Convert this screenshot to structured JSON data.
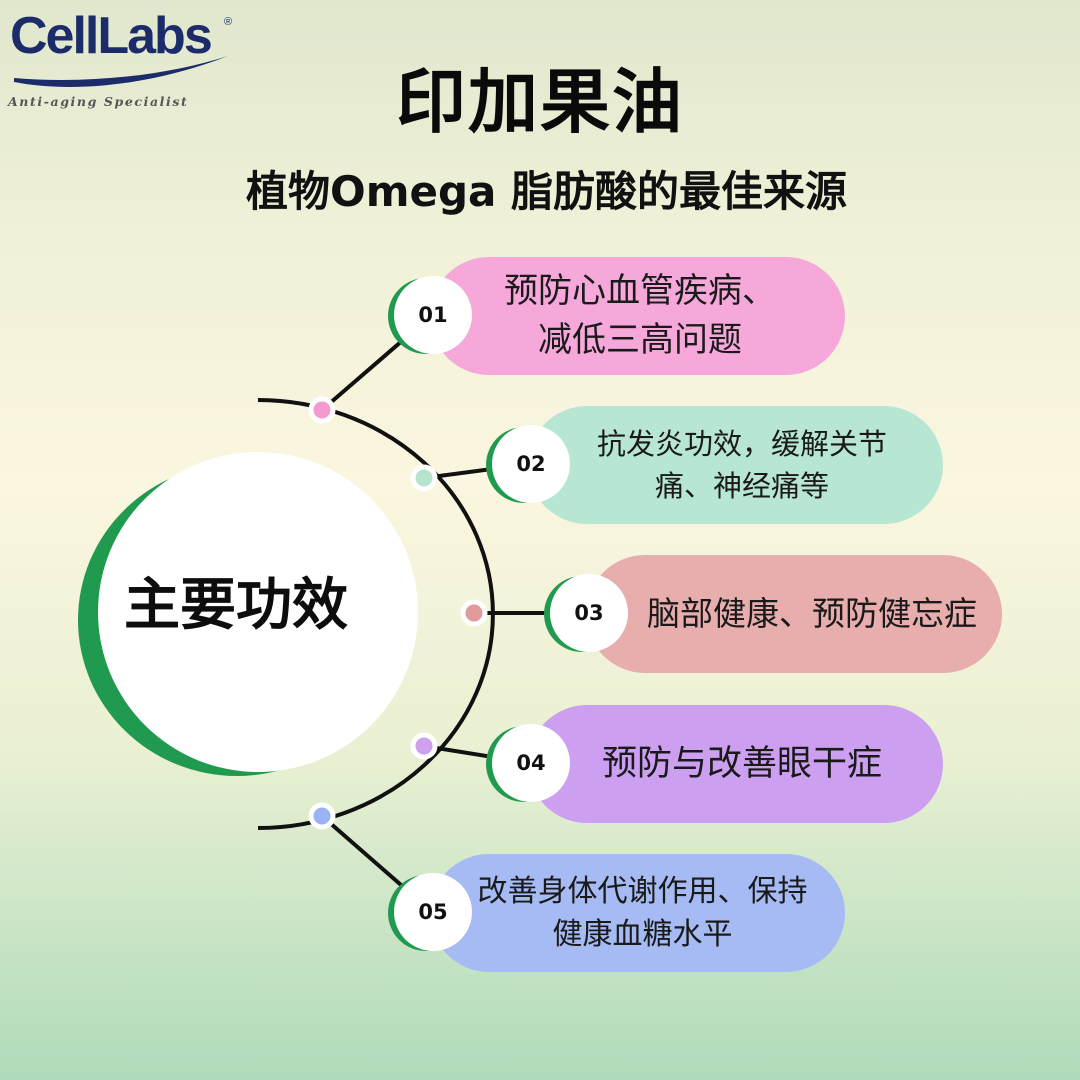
{
  "brand": {
    "name": "CellLabs",
    "registered": "®",
    "tagline": "Anti-aging Specialist"
  },
  "header": {
    "title": "印加果油",
    "subtitle": "植物Omega 脂肪酸的最佳来源"
  },
  "hub": {
    "label": "主要功效"
  },
  "benefits": [
    {
      "num": "01",
      "text": "预防心血管疾病、\n减低三高问题",
      "color": "#f5a8d9",
      "dot": "#f39ad0"
    },
    {
      "num": "02",
      "text": "抗发炎功效，缓解关节\n痛、神经痛等",
      "color": "#b7e6d3",
      "dot": "#b8e4cf"
    },
    {
      "num": "03",
      "text": "脑部健康、预防健忘症",
      "color": "#e8adad",
      "dot": "#e29a9a"
    },
    {
      "num": "04",
      "text": "预防与改善眼干症",
      "color": "#cc9ff0",
      "dot": "#cf9ff0"
    },
    {
      "num": "05",
      "text": "改善身体代谢作用、保持\n健康血糖水平",
      "color": "#a6baf4",
      "dot": "#98b3f3"
    }
  ],
  "colors": {
    "accent_green": "#1f9a4e",
    "logo_blue": "#1c2b6a"
  }
}
